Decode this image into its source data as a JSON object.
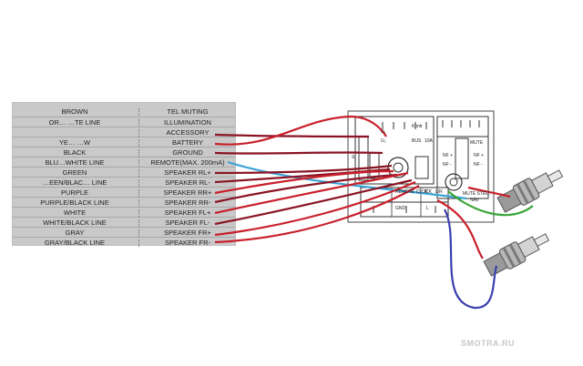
{
  "wire_table": {
    "rows": [
      {
        "wire": "BROWN",
        "function": "TEL MUTING"
      },
      {
        "wire": "OR… …TE LINE",
        "function": "ILLUMINATION"
      },
      {
        "wire": "",
        "function": "ACCESSORY"
      },
      {
        "wire": "YE… …W",
        "function": "BATTERY"
      },
      {
        "wire": "BLACK",
        "function": "GROUND"
      },
      {
        "wire": "BLU…WHITE LINE",
        "function": "REMOTE(MAX. 200mA)"
      },
      {
        "wire": "GREEN",
        "function": "SPEAKER RL+"
      },
      {
        "wire": "…EEN/BLAC… LINE",
        "function": "SPEAKER RL-"
      },
      {
        "wire": "PURPLE",
        "function": "SPEAKER RR+"
      },
      {
        "wire": "PURPLE/BLACK LINE",
        "function": "SPEAKER RR-"
      },
      {
        "wire": "WHITE",
        "function": "SPEAKER FL+"
      },
      {
        "wire": "WHITE/BLACK LINE",
        "function": "SPEAKER FL-"
      },
      {
        "wire": "GRAY",
        "function": "SPEAKER FR+"
      },
      {
        "wire": "GRAY/BLACK LINE",
        "function": "SPEAKER FR-"
      }
    ]
  },
  "connector_block": {
    "labels": {
      "u1": "U₁",
      "u2": "U₂",
      "kontr": "Kontr",
      "bus": "BUS",
      "amp": "10A",
      "mute": "MUTE",
      "nf_plus_1": "NF +",
      "nf_minus_1": "NF -",
      "nf_plus_2": "NF +",
      "nf_minus_2": "NF -",
      "mute_steu": "MUTE STEU.",
      "nav": "NAV",
      "remote_clock": "REMOTE CLOCK",
      "r": "R",
      "lr": "L/R",
      "gnd": "GND",
      "l": "L",
      "s1": "S"
    }
  },
  "colors": {
    "background": "#ffffff",
    "table_bg": "#c9c9c9",
    "wire_red": "#c8202a",
    "wire_darkred": "#8a1424",
    "wire_blue_light": "#3ba3d6",
    "wire_blue_dark": "#3a3fb0",
    "wire_green": "#3aa63a",
    "connector_line": "#333333"
  },
  "watermark": "SMOTRA.RU"
}
